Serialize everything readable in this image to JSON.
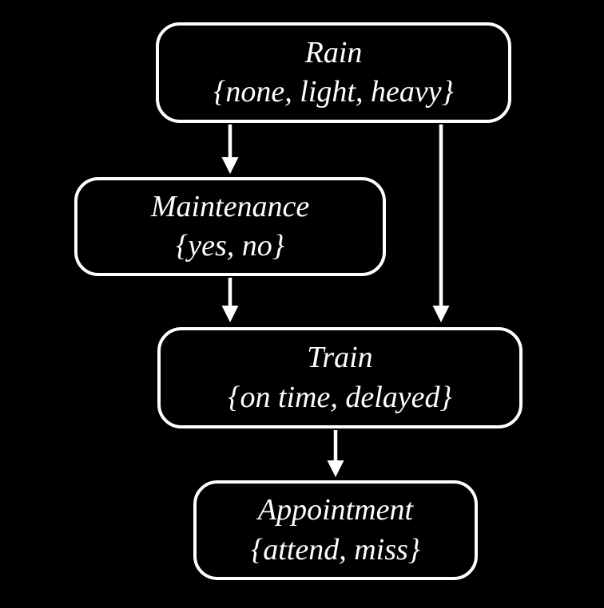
{
  "diagram": {
    "type": "bayesian-network",
    "colors": {
      "background": "#000000",
      "node_border": "#ffffff",
      "node_fill": "#000000",
      "text": "#ffffff",
      "arrow": "#ffffff"
    },
    "nodes": [
      {
        "id": "rain",
        "label": "Rain",
        "values": "{none, light, heavy}"
      },
      {
        "id": "maintenance",
        "label": "Maintenance",
        "values": "{yes, no}"
      },
      {
        "id": "train",
        "label": "Train",
        "values": "{on time, delayed}"
      },
      {
        "id": "appointment",
        "label": "Appointment",
        "values": "{attend, miss}"
      }
    ],
    "edges": [
      {
        "from": "rain",
        "to": "maintenance"
      },
      {
        "from": "rain",
        "to": "train"
      },
      {
        "from": "maintenance",
        "to": "train"
      },
      {
        "from": "train",
        "to": "appointment"
      }
    ]
  }
}
